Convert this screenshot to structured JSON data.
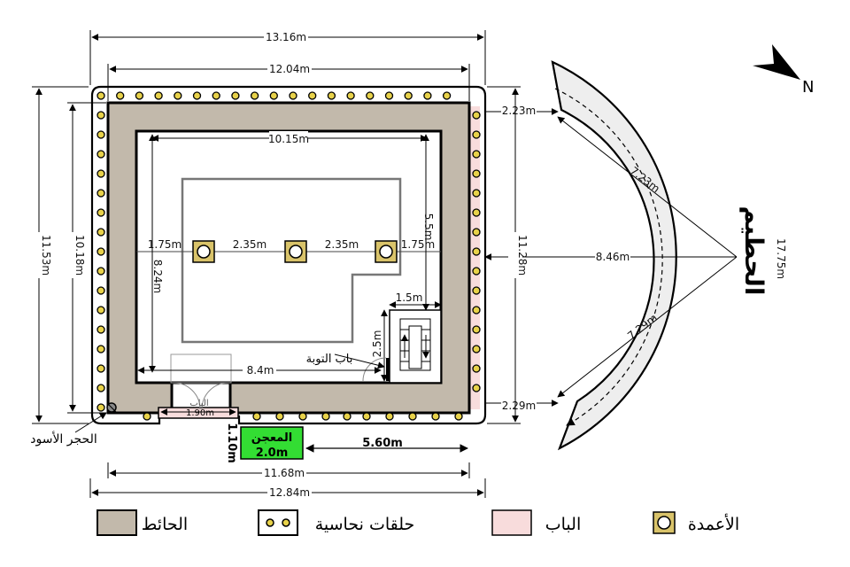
{
  "compass": {
    "north_label": "N"
  },
  "dimensions": {
    "top_outer": "13.16m",
    "top_inner": "12.04m",
    "inner_width": "10.15m",
    "left_outer": "11.53m",
    "left_inner": "10.18m",
    "interior_height": "8.24m",
    "pillar_gap_left": "1.75m",
    "pillar_gap_mid1": "2.35m",
    "pillar_gap_mid2": "2.35m",
    "pillar_gap_right": "1.75m",
    "vertical_5_5": "5.5m",
    "stair_width": "1.5m",
    "stair_height": "2.5m",
    "door_span": "8.4m",
    "door_width": "1.90m",
    "right_side": "11.28m",
    "hijr_top_gap": "2.23m",
    "hijr_bottom_gap": "2.29m",
    "hijr_radius_upper": "7.23m",
    "hijr_radius_mid": "8.46m",
    "hijr_radius_lower": "7.29m",
    "hijr_arc_length": "17.75m",
    "majan_height": "1.10m",
    "majan_width": "2.0m",
    "majan_distance": "5.60m",
    "bottom_inner": "11.68m",
    "bottom_outer": "12.84m"
  },
  "labels": {
    "hijr": "الحطيم",
    "bab_tawba": "باب التوبة",
    "black_stone": "الحجر الأسود",
    "door": "الباب",
    "majan": "المعجن"
  },
  "legend": [
    {
      "label": "الحائط",
      "kind": "wall",
      "color": "#c2b9ab"
    },
    {
      "label": "حلقات نحاسية",
      "kind": "rings",
      "color": "#e8d24a"
    },
    {
      "label": "الباب",
      "kind": "door",
      "color": "#f8dcdc"
    },
    {
      "label": "الأعمدة",
      "kind": "pillar",
      "color": "#d9c36a"
    }
  ],
  "colors": {
    "wall": "#c2b9ab",
    "ring": "#e8d24a",
    "door": "#f8dcdc",
    "pillar": "#d9c36a",
    "majan": "#33dd33",
    "hijr": "#eeeeee"
  }
}
